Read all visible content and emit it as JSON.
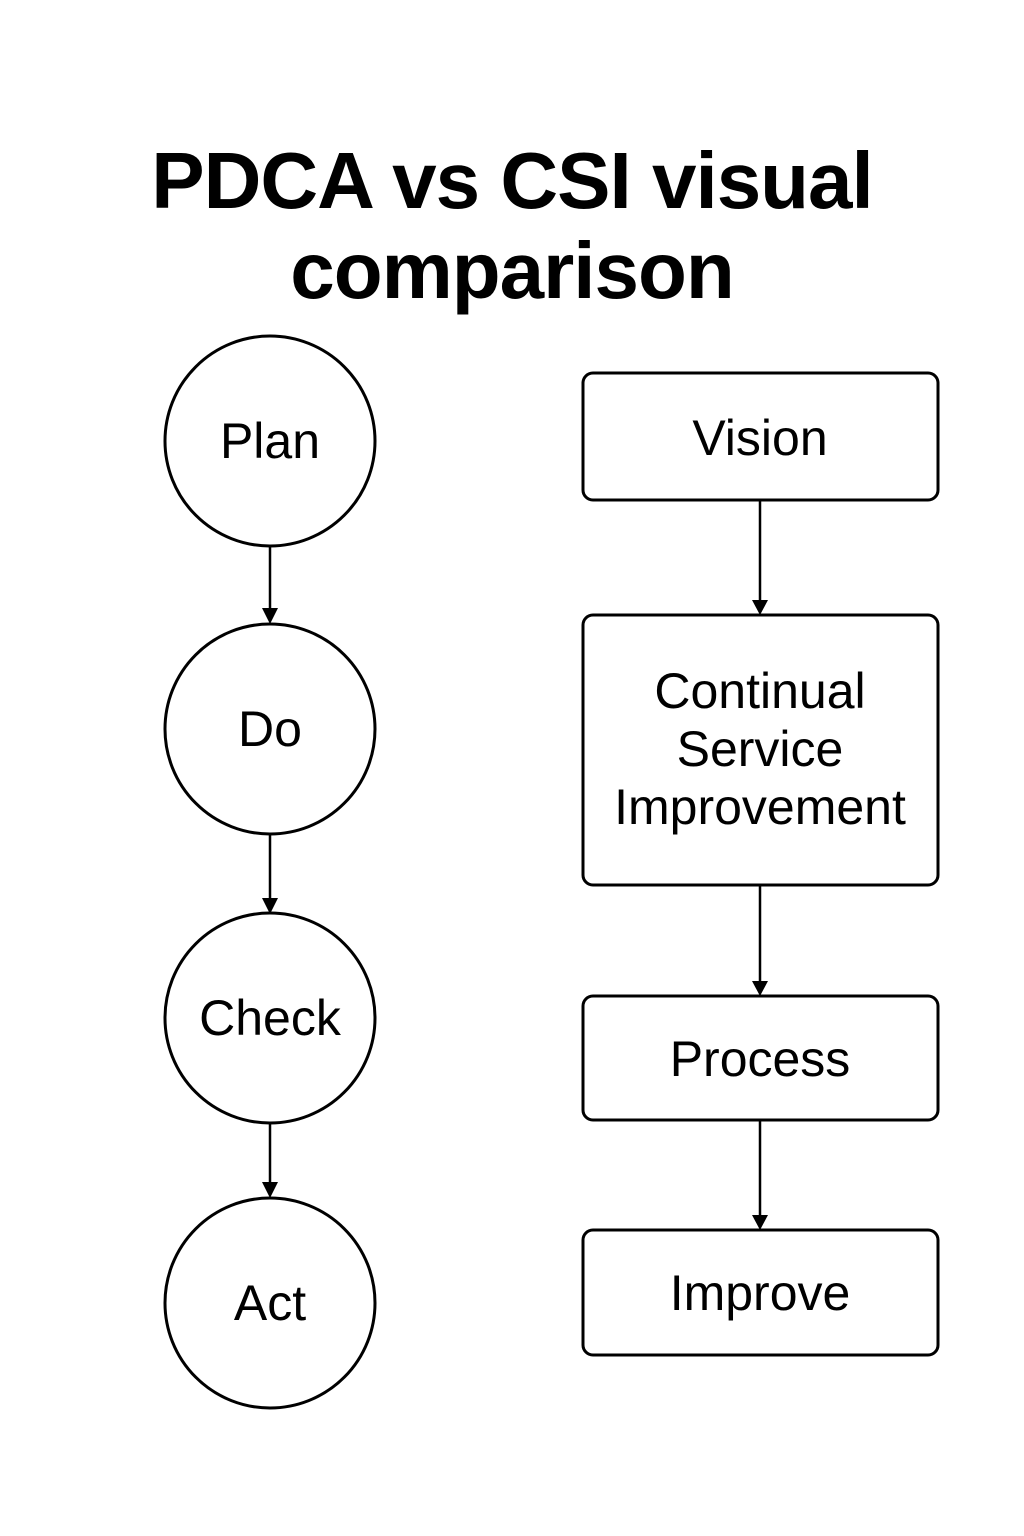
{
  "title": {
    "line1": "PDCA vs CSI visual",
    "line2": "comparison"
  },
  "pdca": {
    "steps": [
      "Plan",
      "Do",
      "Check",
      "Act"
    ]
  },
  "csi": {
    "steps": [
      [
        "Vision"
      ],
      [
        "Continual",
        "Service",
        "Improvement"
      ],
      [
        "Process"
      ],
      [
        "Improve"
      ]
    ]
  },
  "colors": {
    "stroke": "#000000",
    "background": "#ffffff"
  }
}
